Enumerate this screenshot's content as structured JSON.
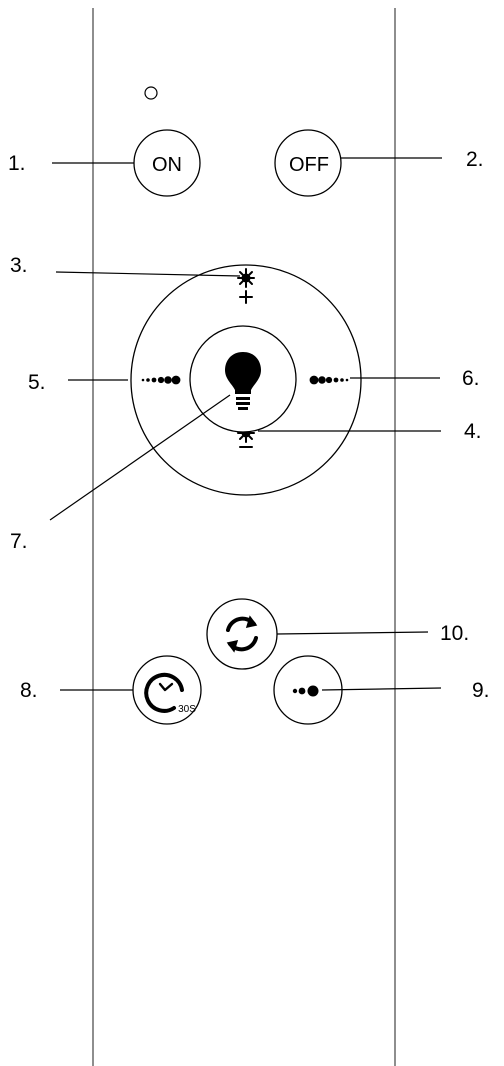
{
  "buttons": {
    "on_label": "ON",
    "off_label": "OFF",
    "timer_label": "30S"
  },
  "callouts": {
    "on": "1.",
    "off": "2.",
    "brightness_up": "3.",
    "brightness_down": "4.",
    "warmer": "5.",
    "cooler": "6.",
    "light_toggle": "7.",
    "timer": "8.",
    "night_mode": "9.",
    "cycle": "10."
  },
  "icons": [
    "indicator-led",
    "brightness-up-icon",
    "brightness-down-icon",
    "dots-increasing-icon",
    "dots-decreasing-icon",
    "bulb-icon",
    "cycle-icon",
    "timer-icon",
    "small-dots-icon"
  ]
}
